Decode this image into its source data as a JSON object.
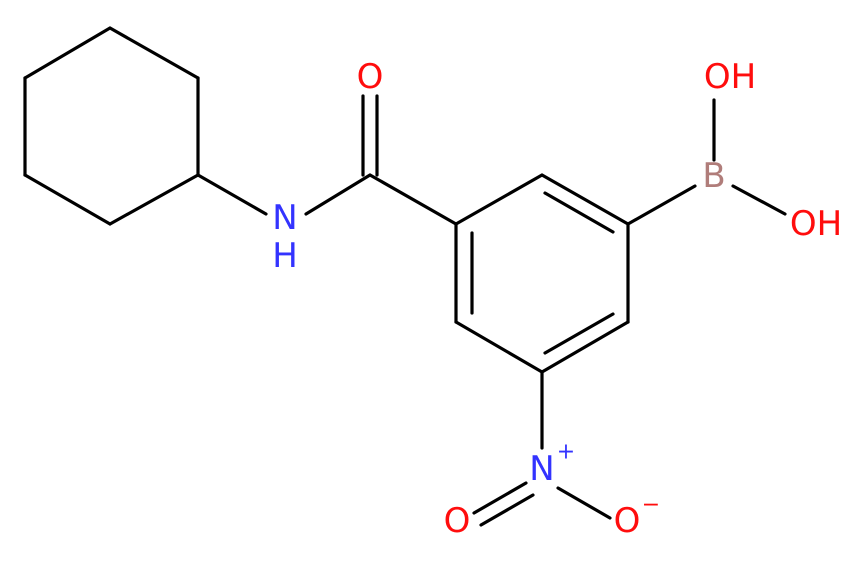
{
  "colors": {
    "background": "#ffffff",
    "bond": "#000000",
    "N": "#3333ff",
    "O": "#ff0d0d",
    "B": "#b07d7a"
  },
  "atoms": {
    "amide_O": {
      "text": "O",
      "element": "O"
    },
    "amide_N": {
      "text": "N",
      "element": "N"
    },
    "amide_NH": {
      "text": "H",
      "element": "N"
    },
    "boron": {
      "text": "B",
      "element": "B"
    },
    "boron_OH1": {
      "text": "OH",
      "element": "O"
    },
    "boron_OH2": {
      "text": "OH",
      "element": "O"
    },
    "nitro_N": {
      "text": "N",
      "element": "N",
      "charge": "+"
    },
    "nitro_O1": {
      "text": "O",
      "element": "O"
    },
    "nitro_O2": {
      "text": "O",
      "element": "O",
      "charge": "−"
    }
  }
}
